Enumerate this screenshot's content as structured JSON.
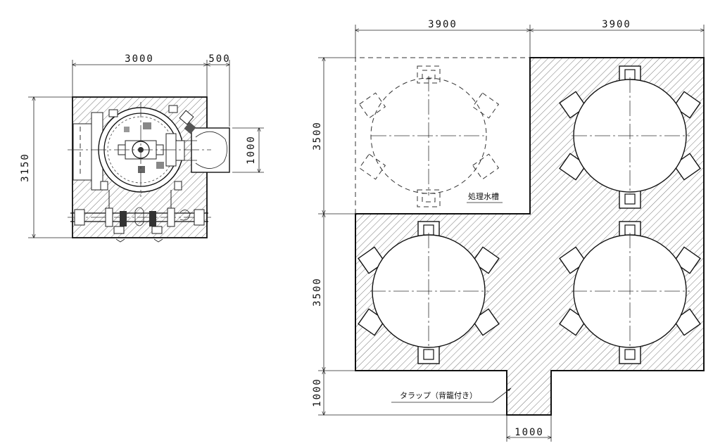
{
  "small_plan": {
    "dims": {
      "width": "3000",
      "offset": "500",
      "height": "3150",
      "inlet": "1000"
    }
  },
  "large_plan": {
    "dims": {
      "top_left": "3900",
      "top_right": "3900",
      "left_upper": "3500",
      "left_lower": "3500",
      "left_bottom": "1000",
      "bottom": "1000"
    },
    "labels": {
      "treated_water_tank": "処理水槽",
      "trap": "タラップ（背籠付き）"
    }
  }
}
